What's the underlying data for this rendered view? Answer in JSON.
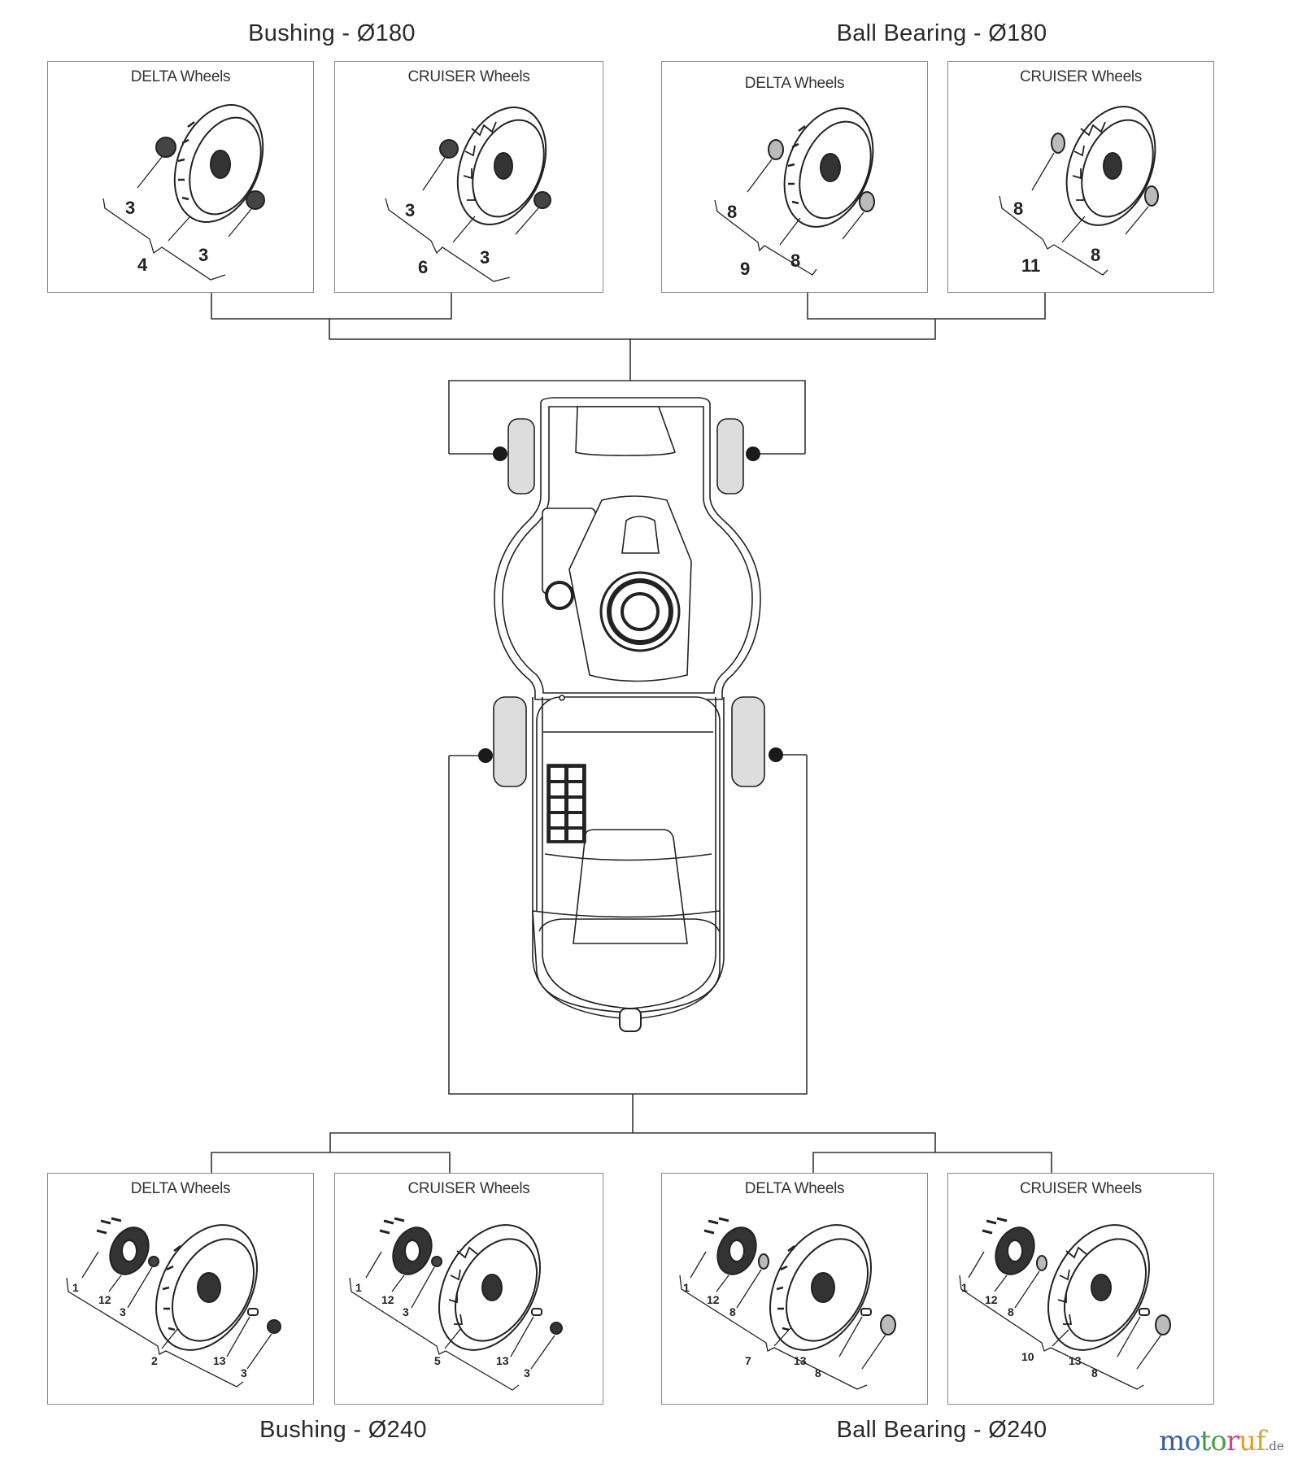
{
  "groups": {
    "top_left": {
      "title": "Bushing - Ø180"
    },
    "top_right": {
      "title": "Ball Bearing - Ø180"
    },
    "bottom_left": {
      "title": "Bushing - Ø240"
    },
    "bottom_right": {
      "title": "Ball Bearing - Ø240"
    }
  },
  "panels": [
    {
      "id": "p1",
      "title": "DELTA Wheels",
      "group": "Bushing - Ø180",
      "callouts": [
        "3",
        "4",
        "3"
      ]
    },
    {
      "id": "p2",
      "title": "CRUISER Wheels",
      "group": "Bushing - Ø180",
      "callouts": [
        "3",
        "6",
        "3"
      ]
    },
    {
      "id": "p3",
      "title": "DELTA Wheels",
      "group": "Ball Bearing - Ø180",
      "callouts": [
        "8",
        "9",
        "8"
      ]
    },
    {
      "id": "p4",
      "title": "CRUISER Wheels",
      "group": "Ball Bearing - Ø180",
      "callouts": [
        "8",
        "11",
        "8"
      ]
    },
    {
      "id": "p5",
      "title": "DELTA Wheels",
      "group": "Bushing - Ø240",
      "callouts": [
        "1",
        "12",
        "3",
        "2",
        "13",
        "3"
      ]
    },
    {
      "id": "p6",
      "title": "CRUISER Wheels",
      "group": "Bushing - Ø240",
      "callouts": [
        "1",
        "12",
        "3",
        "5",
        "13",
        "3"
      ]
    },
    {
      "id": "p7",
      "title": "DELTA Wheels",
      "group": "Ball Bearing - Ø240",
      "callouts": [
        "1",
        "12",
        "8",
        "7",
        "13",
        "8"
      ]
    },
    {
      "id": "p8",
      "title": "CRUISER Wheels",
      "group": "Ball Bearing - Ø240",
      "callouts": [
        "1",
        "12",
        "8",
        "10",
        "13",
        "8"
      ]
    }
  ],
  "center": {
    "subject": "lawn-mower-top-view",
    "front_wheels": "Ø180",
    "rear_wheels": "Ø240"
  },
  "watermark": {
    "letters": [
      "m",
      "o",
      "t",
      "o",
      "r",
      "u",
      "f"
    ],
    "suffix": ".de",
    "colors": [
      "#3b5ba5",
      "#3b6fb5",
      "#3f9a45",
      "#4aa04a",
      "#d43f8c",
      "#e89a20",
      "#d8a22a"
    ]
  }
}
